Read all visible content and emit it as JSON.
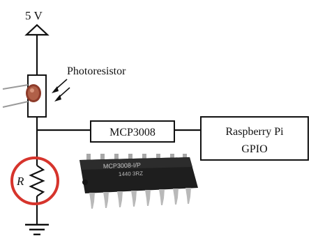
{
  "supply": {
    "label": "5 V"
  },
  "photoresistor": {
    "label": "Photoresistor"
  },
  "adc": {
    "label": "MCP3008",
    "chip_marking_line1": "MCP3008-I/P",
    "chip_marking_line2": "1440 3RZ"
  },
  "raspberry_pi": {
    "label_line1": "Raspberry Pi",
    "label_line2": "GPIO"
  },
  "resistor": {
    "label": "R"
  },
  "colors": {
    "highlight_circle": "#d6342c",
    "wire": "#111111",
    "chip_body": "#1e1e1e",
    "chip_pins": "#b9b9b9"
  }
}
